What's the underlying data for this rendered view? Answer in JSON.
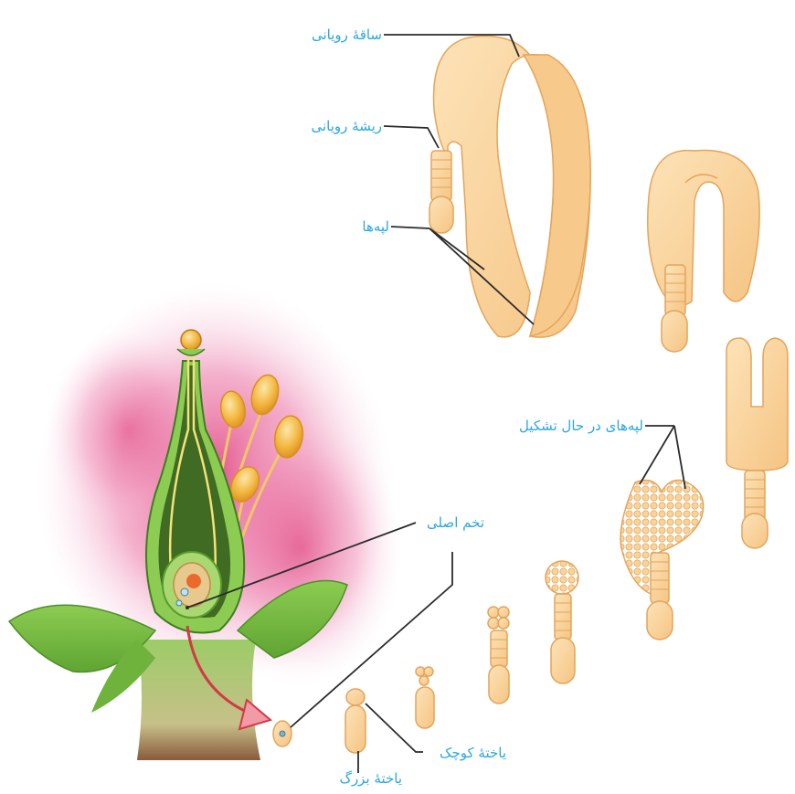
{
  "colors": {
    "label_text": "#2aa7df",
    "leader_line": "#2b2b2b",
    "embryo_fill": "#f8cf95",
    "embryo_stroke": "#e4a45a",
    "petal_pink": "#ee8fb6",
    "leaf_green": "#7cc042",
    "stamen_yellow": "#f2b63f",
    "arrow_red": "#d23a46"
  },
  "labels": {
    "hypocotyl": "ساقهٔ رویانی",
    "radicle": "ریشهٔ رویانی",
    "cotyledons": "لپه‌ها",
    "forming_cotyledons": "لپه‌های در حال تشکیل",
    "zygote": "تخم اصلی",
    "small_cell": "یاختهٔ کوچک",
    "large_cell": "یاختهٔ بزرگ"
  }
}
